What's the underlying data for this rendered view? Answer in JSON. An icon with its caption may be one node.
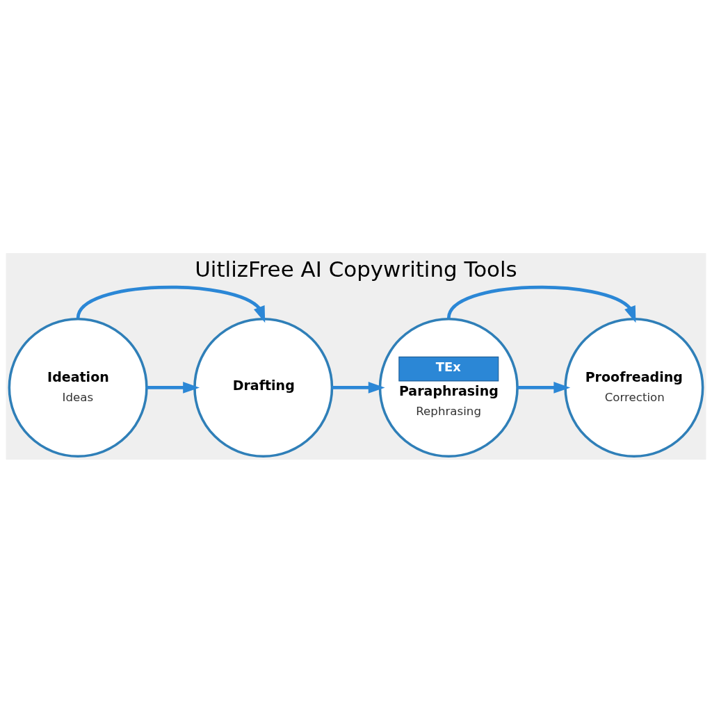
{
  "diagram": {
    "title": "UitlizFree AI Copywriting Tools",
    "nodes": [
      {
        "text": [
          "Ideation",
          "Ideas"
        ]
      },
      {
        "text": [
          "Drafting"
        ]
      },
      {
        "text": [
          "TEx",
          "Paraphrasing",
          "Rephrasing"
        ]
      },
      {
        "text": [
          "Proofreading",
          "Correction"
        ]
      }
    ],
    "edges": [
      {
        "from": 0,
        "to": 1,
        "arrow": "to"
      },
      {
        "from": 2,
        "to": 3,
        "arrow": "to"
      },
      {
        "from": 0,
        "to": 1,
        "arrow": "to"
      },
      {
        "from": 1,
        "to": 2,
        "arrow": "to"
      },
      {
        "from": 2,
        "to": 3,
        "arrow": "to"
      }
    ]
  }
}
